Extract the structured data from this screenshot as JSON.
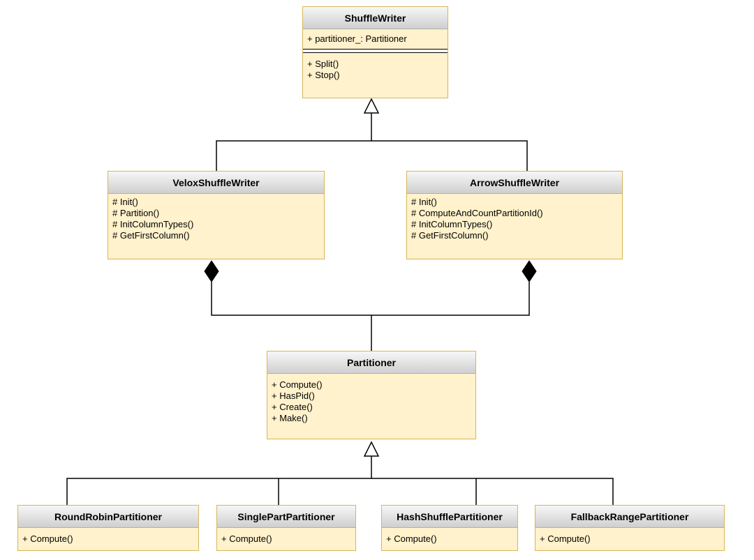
{
  "classes": {
    "shuffle_writer": {
      "name": "ShuffleWriter",
      "attributes": [
        "+ partitioner_: Partitioner"
      ],
      "methods": [
        "+ Split()",
        "+ Stop()"
      ]
    },
    "velox_shuffle_writer": {
      "name": "VeloxShuffleWriter",
      "methods": [
        "# Init()",
        "# Partition()",
        "# InitColumnTypes()",
        "# GetFirstColumn()"
      ]
    },
    "arrow_shuffle_writer": {
      "name": "ArrowShuffleWriter",
      "methods": [
        "# Init()",
        "# ComputeAndCountPartitionId()",
        "# InitColumnTypes()",
        "# GetFirstColumn()"
      ]
    },
    "partitioner": {
      "name": "Partitioner",
      "methods": [
        "+ Compute()",
        "+ HasPid()",
        "+ Create()",
        "+ Make()"
      ]
    },
    "round_robin_partitioner": {
      "name": "RoundRobinPartitioner",
      "methods": [
        "+ Compute()"
      ]
    },
    "single_part_partitioner": {
      "name": "SinglePartPartitioner",
      "methods": [
        "+ Compute()"
      ]
    },
    "hash_shuffle_partitioner": {
      "name": "HashShufflePartitioner",
      "methods": [
        "+ Compute()"
      ]
    },
    "fallback_range_partitioner": {
      "name": "FallbackRangePartitioner",
      "methods": [
        "+ Compute()"
      ]
    }
  },
  "relations": {
    "inheritance": [
      "VeloxShuffleWriter -> ShuffleWriter",
      "ArrowShuffleWriter -> ShuffleWriter",
      "RoundRobinPartitioner -> Partitioner",
      "SinglePartPartitioner -> Partitioner",
      "HashShufflePartitioner -> Partitioner",
      "FallbackRangePartitioner -> Partitioner"
    ],
    "composition": [
      "VeloxShuffleWriter <>- Partitioner",
      "ArrowShuffleWriter <>- Partitioner"
    ]
  },
  "colors": {
    "class_fill": "#fff2cc",
    "class_border": "#d6b656",
    "header_top": "#f7f7f7",
    "header_bottom": "#cfcfcf",
    "line": "#000000"
  }
}
